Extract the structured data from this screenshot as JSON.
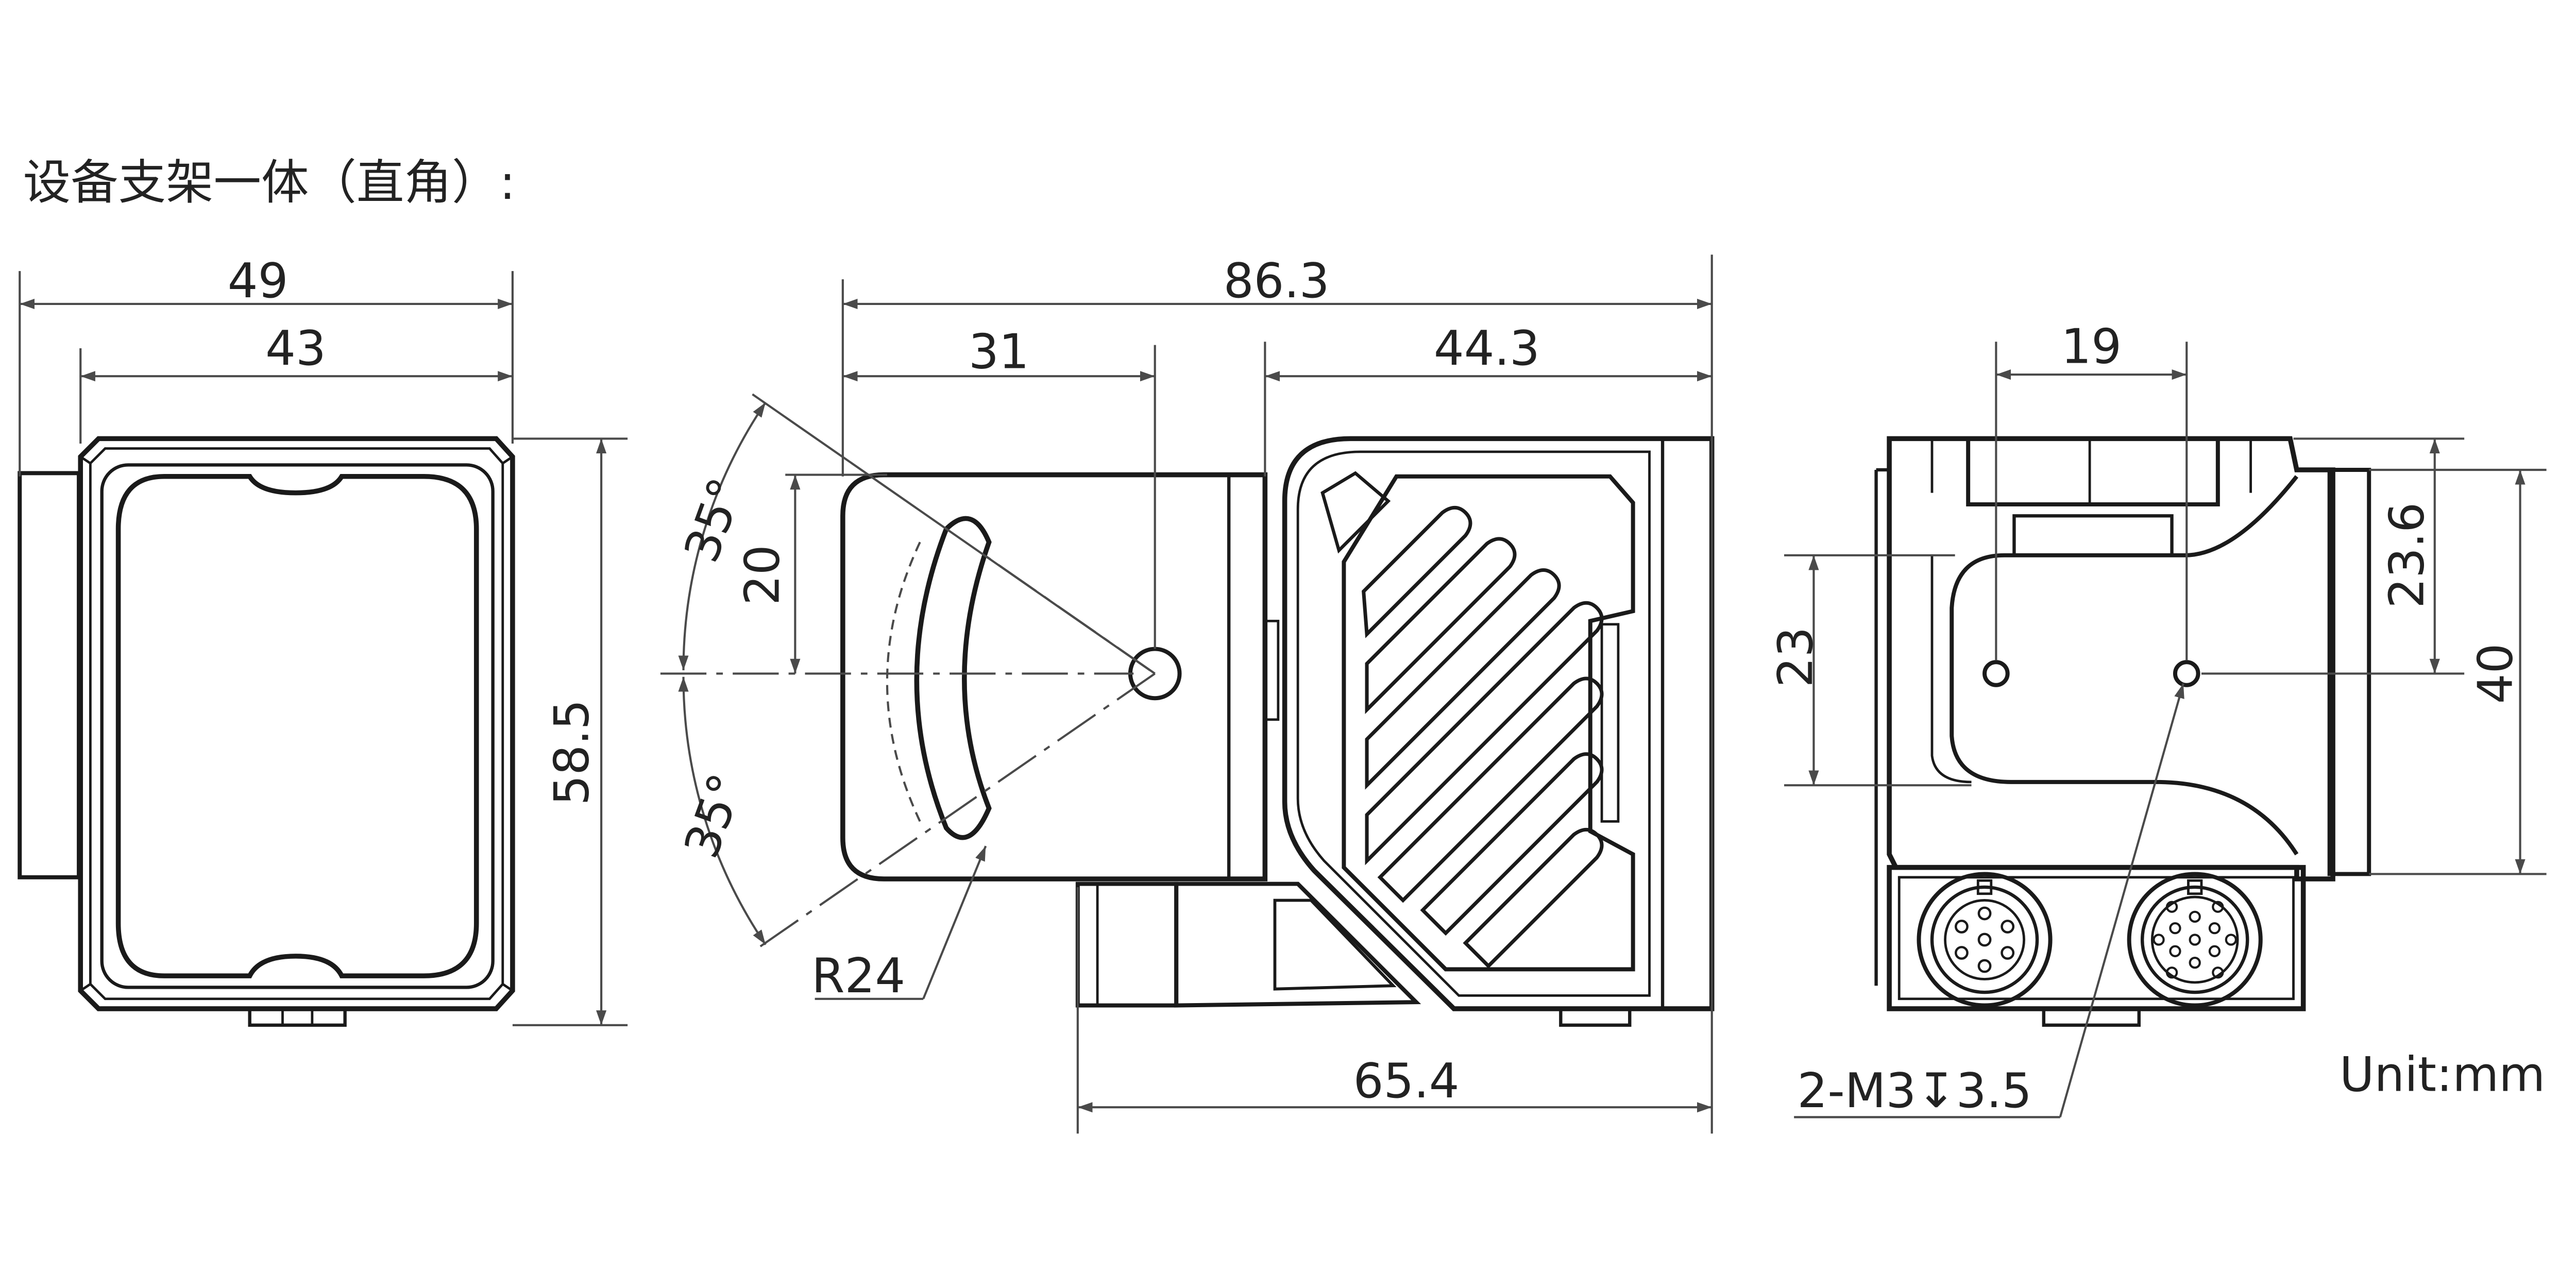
{
  "title": "设备支架一体（直角）:",
  "unit": "Unit:mm",
  "dimensions": {
    "front_width_outer": "49",
    "front_width_inner": "43",
    "front_height": "58.5",
    "side_length_total": "86.3",
    "side_length_bracket": "31",
    "side_length_body": "44.3",
    "side_bottom_length": "65.4",
    "side_slot_height": "20",
    "angle_upper": "35°",
    "angle_lower": "35°",
    "slot_radius": "R24",
    "rear_hole_spacing": "19",
    "rear_hole_height": "23",
    "rear_top_offset": "23.6",
    "rear_height": "40",
    "thread_spec": "2-M3↧3.5"
  },
  "colors": {
    "line": "#1a1a1a",
    "dimension": "#4a4a4a",
    "background": "#ffffff"
  }
}
